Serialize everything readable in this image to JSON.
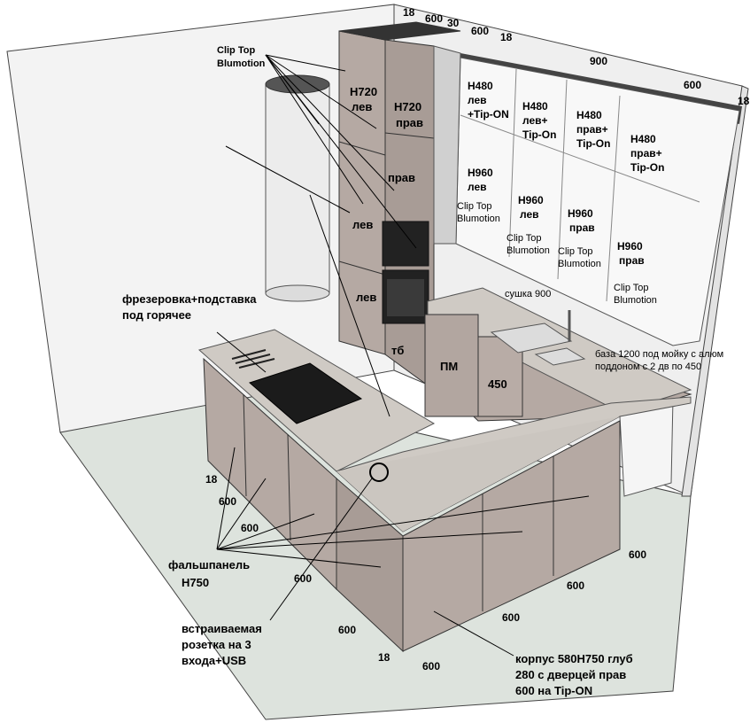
{
  "dimensions": {
    "top_18a": "18",
    "top_600a": "600",
    "top_30": "30",
    "top_600b": "600",
    "top_18b": "18",
    "top_900": "900",
    "top_600c": "600",
    "top_18c": "18",
    "left_18": "18",
    "left_600a": "600",
    "left_600b": "600",
    "left_600c": "600",
    "left_600d": "600",
    "bot_18": "18",
    "bot_600a": "600",
    "bot_600b": "600",
    "bot_600c": "600",
    "bot_600d": "600"
  },
  "labels": {
    "clip_top_1": "Clip Top",
    "blumotion_1": "Blumotion",
    "tall_h720_lev_1": "Н720",
    "tall_h720_lev_2": "лев",
    "tall_h720_prav_1": "Н720",
    "tall_h720_prav_2": "прав",
    "tall_prav": "прав",
    "tall_lev": "лев",
    "tall_lev2": "лев",
    "tb": "тб",
    "pm": "ПМ",
    "w450": "450",
    "h480_lev_1": "Н480",
    "h480_lev_2": "лев",
    "h480_lev_3": "+Tip-ON",
    "h480_lev2_1": "Н480",
    "h480_lev2_2": "лев+",
    "h480_lev2_3": "Tip-On",
    "h480_prav_1": "Н480",
    "h480_prav_2": "прав+",
    "h480_prav_3": "Tip-On",
    "h480_prav2_1": "Н480",
    "h480_prav2_2": "прав+",
    "h480_prav2_3": "Tip-On",
    "h960_lev_1": "Н960",
    "h960_lev_2": "лев",
    "h960_lev2_1": "Н960",
    "h960_lev2_2": "лев",
    "h960_prav_1": "Н960",
    "h960_prav_2": "прав",
    "h960_prav2_1": "Н960",
    "h960_prav2_2": "прав",
    "clip_a1": "Clip Top",
    "clip_a2": "Blumotion",
    "clip_b1": "Clip Top",
    "clip_b2": "Blumotion",
    "clip_c1": "Clip Top",
    "clip_c2": "Blumotion",
    "clip_d1": "Clip Top",
    "clip_d2": "Blumotion",
    "dryer": "сушка 900",
    "sink_base_1": "база 1200 под мойку с алюм",
    "sink_base_2": "поддоном с 2 дв по 450",
    "milling_1": "фрезеровка+подставка",
    "milling_2": "под горячее",
    "false_panel_1": "фальшпанель",
    "false_panel_2": "Н750",
    "socket_1": "встраиваемая",
    "socket_2": "розетка на 3",
    "socket_3": "входа+USB",
    "corpus_1": "корпус 580Н750 глуб",
    "corpus_2": "280 с дверцей прав",
    "corpus_3": "600 на Tip-ON"
  },
  "colors": {
    "wall": "#f2f2f2",
    "floor": "#dde3dd",
    "facade": "#b5a9a3",
    "facade_dark": "#9c908a",
    "counter": "#cfcac4",
    "white_cab": "#f7f7f7",
    "hood": "#e8e8e8"
  }
}
